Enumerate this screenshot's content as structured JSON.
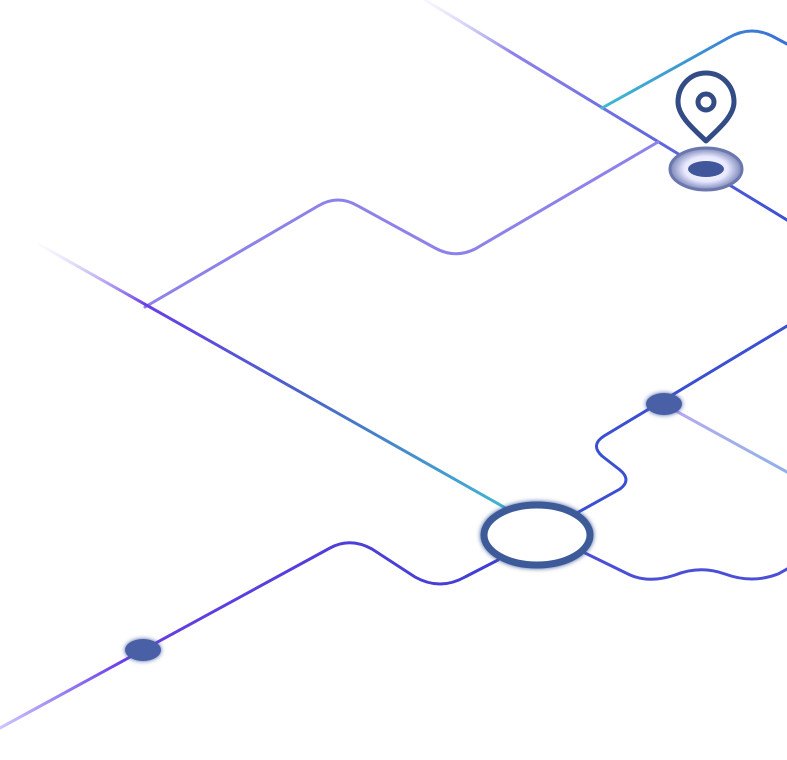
{
  "scene": {
    "background": "#ffffff",
    "colors": {
      "deep_blue": "#3a4fd2",
      "navy": "#3d5a99",
      "violet": "#6a3ee6",
      "lavender": "#8d82ea",
      "teal": "#3fbad0",
      "pale_violet": "#cfc6ff",
      "node_fill": "#4a5fa6"
    },
    "routes": [
      "upper-diagonal-route",
      "upper-branch-route",
      "teal-upper-route",
      "long-diagonal-route",
      "lower-left-route",
      "right-branch-route",
      "bottom-wave-route"
    ],
    "markers": [
      "location-pin-icon",
      "pin-base-node",
      "hub-node",
      "junction-node-right",
      "junction-node-left"
    ]
  }
}
